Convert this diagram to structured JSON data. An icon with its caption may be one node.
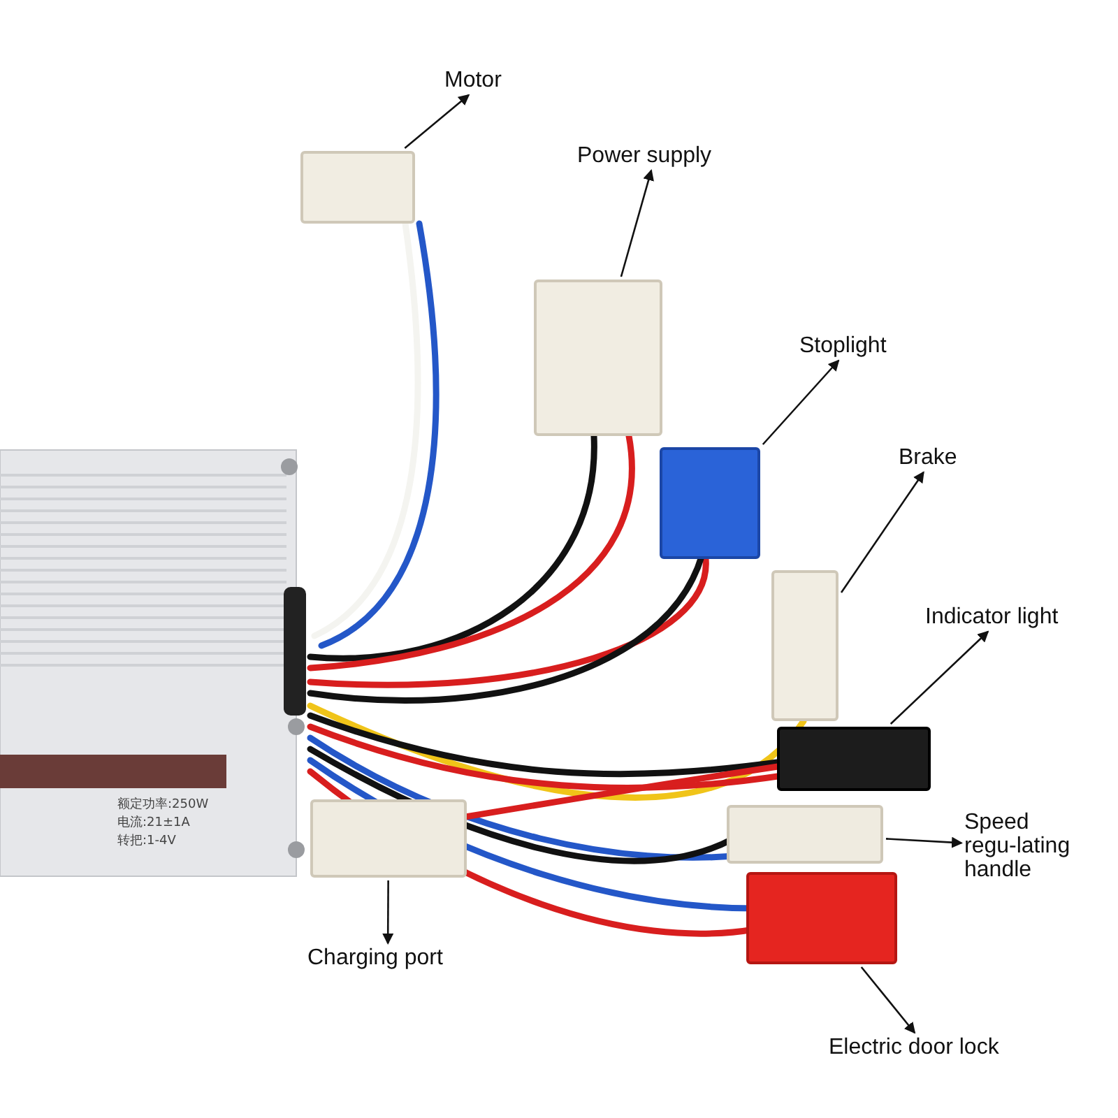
{
  "diagram": {
    "nodes": [
      {
        "text": [
          "Motor"
        ]
      },
      {
        "text": [
          "Power supply"
        ]
      },
      {
        "text": [
          "Stoplight"
        ]
      },
      {
        "text": [
          "Brake"
        ]
      },
      {
        "text": [
          "Indicator light"
        ]
      },
      {
        "text": [
          "Speed regu-lating handle"
        ]
      },
      {
        "text": [
          "Charging port"
        ]
      },
      {
        "text": [
          "Electric door lock"
        ]
      },
      {
        "text": [],
        "shape": "box"
      },
      {
        "text": [],
        "shape": "box"
      },
      {
        "text": [],
        "shape": "box"
      },
      {
        "text": [],
        "shape": "box"
      },
      {
        "text": [],
        "shape": "box"
      },
      {
        "text": [],
        "shape": "box"
      },
      {
        "text": [],
        "shape": "box"
      },
      {
        "text": [],
        "shape": "box"
      }
    ],
    "edges": [
      {
        "from": 8,
        "to": 0,
        "arrow": "to"
      },
      {
        "from": 9,
        "to": 1,
        "arrow": "to"
      },
      {
        "from": 10,
        "to": 2,
        "arrow": "to"
      },
      {
        "from": 11,
        "to": 3,
        "arrow": "to"
      },
      {
        "from": 12,
        "to": 4,
        "arrow": "to"
      },
      {
        "from": 13,
        "to": 5,
        "arrow": "to"
      },
      {
        "from": 14,
        "to": 6,
        "arrow": "to"
      },
      {
        "from": 15,
        "to": 7,
        "arrow": "to"
      }
    ],
    "labels": [
      "额定功率:250W",
      "电流:21±1A",
      "转把:1-4V"
    ]
  }
}
